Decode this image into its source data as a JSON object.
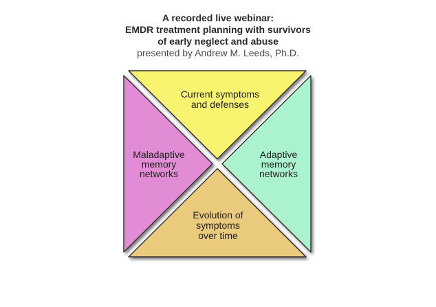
{
  "title": {
    "line1": "A recorded live webinar:",
    "line2": "EMDR treatment planning with survivors",
    "line3": "of early neglect and abuse",
    "line4": "presented by Andrew M. Leeds, Ph.D."
  },
  "diagram": {
    "top": {
      "label": "Current symptoms and defenses",
      "lines": [
        "Current symptoms",
        "and defenses"
      ],
      "color": "#F9F46F"
    },
    "left": {
      "label": "Maladaptive memory networks",
      "lines": [
        "Maladaptive",
        "memory",
        "networks"
      ],
      "color": "#E18CD5"
    },
    "right": {
      "label": "Adaptive memory networks",
      "lines": [
        "Adaptive",
        "memory",
        "networks"
      ],
      "color": "#AAF3CE"
    },
    "bottom": {
      "label": "Evolution of symptoms over time",
      "lines": [
        "Evolution of",
        "symptoms",
        "over time"
      ],
      "color": "#EACA7B"
    },
    "outline_color": "#2f2f2f",
    "shadow_color": "#6e6e6e",
    "background": "#ffffff"
  }
}
